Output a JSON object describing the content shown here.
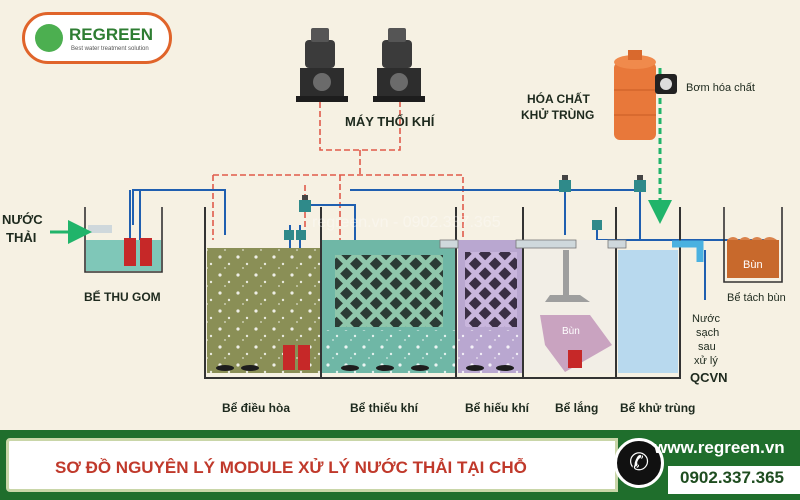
{
  "logo": {
    "name": "REGREEN",
    "tagline": "Best water treatment solution"
  },
  "labels": {
    "blower": "MÁY THỔI KHÍ",
    "chemical_line1": "HÓA CHẤT",
    "chemical_line2": "KHỬ TRÙNG",
    "chemical_pump": "Bơm hóa chất",
    "wastewater_line1": "NƯỚC",
    "wastewater_line2": "THẢI",
    "collection_tank": "BỂ THU GOM",
    "sludge": "Bùn",
    "sludge_settler": "Bùn",
    "sludge_tank": "Bể tách bùn",
    "clean_water_line1": "Nước",
    "clean_water_line2": "sạch",
    "clean_water_line3": "sau",
    "clean_water_line4": "xử lý",
    "standard": "QCVN",
    "watermark": "regreen.vn - 0902.337.365"
  },
  "tanks": [
    {
      "label": "Bể điều hòa"
    },
    {
      "label": "Bể thiếu khí"
    },
    {
      "label": "Bể hiếu khí"
    },
    {
      "label": "Bể lắng"
    },
    {
      "label": "Bể khử trùng"
    }
  ],
  "footer": {
    "title": "SƠ ĐỒ NGUYÊN LÝ MODULE XỬ LÝ NƯỚC THẢI TẠI CHỖ",
    "website": "www.regreen.vn",
    "phone": "0902.337.365"
  },
  "colors": {
    "air_line": "#e05b4b",
    "water_line": "#1f5fb0",
    "chemical_line": "#20b46a",
    "brand": "#1f6e2c",
    "title_red": "#c0392b"
  },
  "icons": {
    "phone": "phone-icon",
    "blower": "blower-icon",
    "chemical_tank": "chemical-tank-icon",
    "pump": "pump-icon",
    "valve": "valve-icon"
  }
}
